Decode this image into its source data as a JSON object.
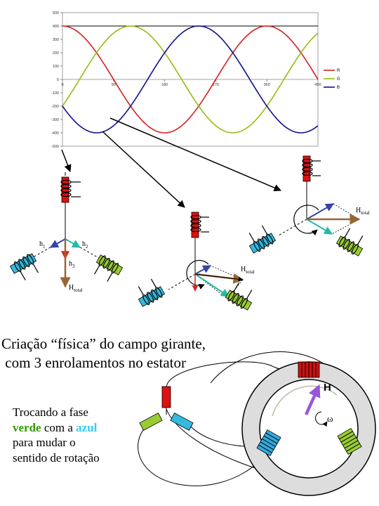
{
  "chart_data": {
    "type": "line",
    "x": [
      0,
      10,
      20,
      30,
      40,
      50,
      60,
      70,
      80,
      90,
      100,
      110,
      120,
      130,
      140,
      150,
      160,
      170,
      180,
      190,
      200,
      210,
      220,
      230,
      240,
      250,
      260,
      270,
      280,
      290,
      300,
      310,
      320,
      330,
      340,
      350,
      360,
      370,
      380,
      390,
      400,
      410,
      420,
      430,
      440,
      450
    ],
    "series": [
      {
        "name": "R",
        "color": "#d62020",
        "amplitude": 400,
        "phase_deg": 0
      },
      {
        "name": "G",
        "color": "#99bb11",
        "amplitude": 400,
        "phase_deg": 120
      },
      {
        "name": "B",
        "color": "#101090",
        "amplitude": 400,
        "phase_deg": 240
      }
    ],
    "xticks": [
      "0",
      "90",
      "180",
      "270",
      "360",
      "450"
    ],
    "yticks": [
      "500",
      "400",
      "300",
      "200",
      "100",
      "0",
      "-100",
      "-200",
      "-300",
      "-400",
      "-500"
    ],
    "xlim": [
      0,
      450
    ],
    "ylim": [
      -500,
      500
    ],
    "flat_top_line": 400,
    "legend": "right"
  },
  "labels": {
    "h1": "h",
    "h1_sub": "1",
    "h2": "h",
    "h2_sub": "2",
    "h3": "h",
    "h3_sub": "3",
    "htotal": "H",
    "htotal_sub": "total",
    "omega": "ω",
    "rotor_arrow": "H"
  },
  "caption": {
    "line1": "Criação “física” do campo girante,",
    "line2": " com 3 enrolamentos no estator"
  },
  "note": {
    "part1": "Trocando a fase",
    "green": "verde",
    "part2": "com a",
    "blue": "azul",
    "part3": "para mudar o",
    "part4": "sentido de rotação"
  },
  "colors": {
    "red": "#dd1111",
    "green": "#99cc33",
    "blue": "#33bbdd",
    "brown": "#996633",
    "navy": "#3344aa",
    "teal": "#22bbaa",
    "purple": "#9955dd",
    "ring": "#dddddd"
  }
}
